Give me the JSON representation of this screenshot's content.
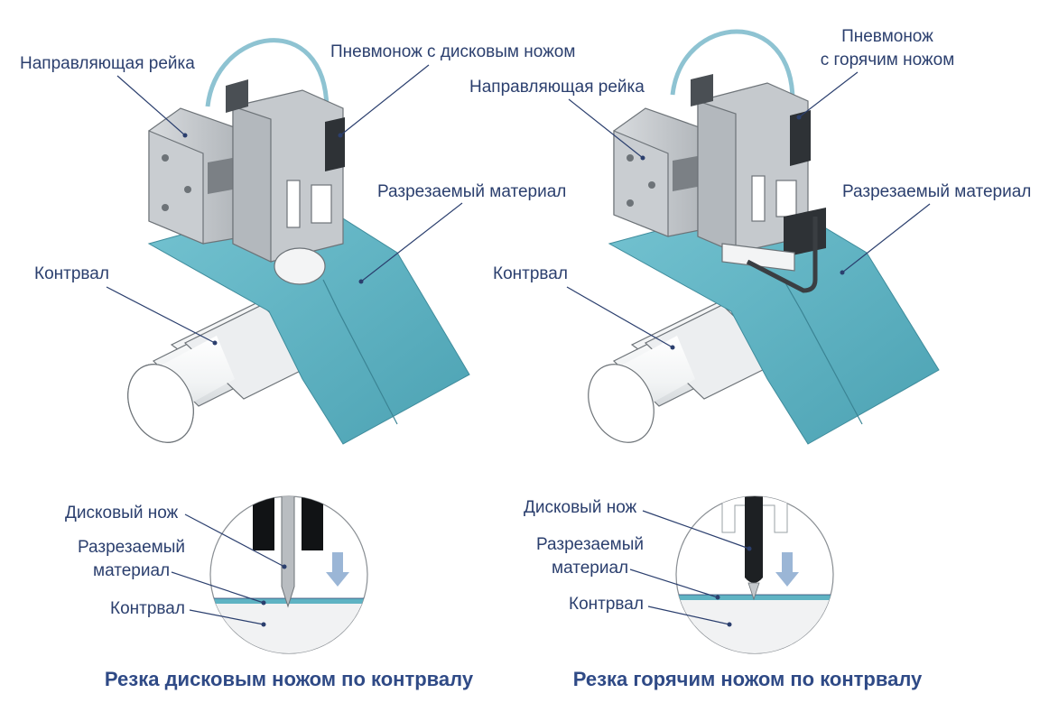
{
  "colors": {
    "label_text": "#2b3f6e",
    "caption_text": "#2f4a86",
    "material": "#5fb3c3",
    "cable": "#8ec3d2",
    "arrow": "#9bb6d6"
  },
  "icons": [
    "down-arrow-icon"
  ],
  "left_figure": {
    "labels": {
      "guide_rail": "Направляющая рейка",
      "pneumatic_knife": "Пневмонож с дисковым ножом",
      "material": "Разрезаемый материал",
      "counter_roll": "Контрвал"
    },
    "detail": {
      "knife": "Дисковый нож",
      "material_line1": "Разрезаемый",
      "material_line2": "материал",
      "counter_roll": "Контрвал"
    },
    "caption": "Резка дисковым ножом по контрвалу"
  },
  "right_figure": {
    "labels": {
      "pneumatic_knife_line1": "Пневмонож",
      "pneumatic_knife_line2": "с горячим ножом",
      "guide_rail": "Направляющая рейка",
      "material": "Разрезаемый материал",
      "counter_roll": "Контрвал"
    },
    "detail": {
      "knife": "Дисковый нож",
      "material_line1": "Разрезаемый",
      "material_line2": "материал",
      "counter_roll": "Контрвал"
    },
    "caption": "Резка горячим ножом по контрвалу"
  }
}
